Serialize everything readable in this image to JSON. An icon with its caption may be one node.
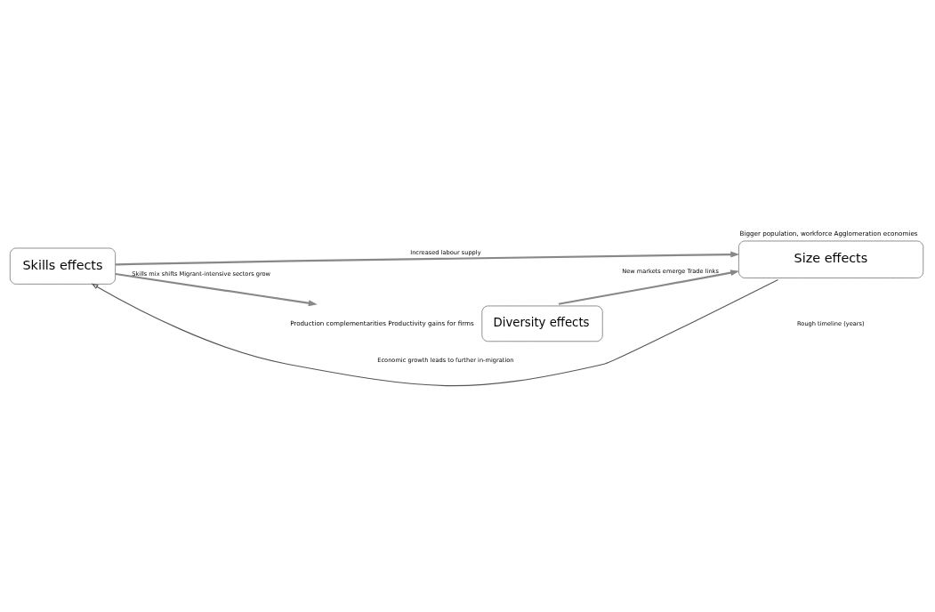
{
  "diagram": {
    "nodes": [
      {
        "text": [
          "Skills effects"
        ]
      },
      {
        "text": [
          "Size effects"
        ],
        "beside": [
          "Bigger population, workforce Agglomeration economies"
        ]
      },
      {
        "text": [
          "Diversity effects"
        ],
        "beside": [
          "Production complementarities Productivity gains for firms"
        ]
      }
    ],
    "edges": [
      {
        "from": 1,
        "to": 0,
        "arrow": "to",
        "label": "Economic growth leads to further in-migration",
        "color": "#555555"
      },
      {
        "from": 0,
        "to": 1,
        "arrow": "to",
        "label": "Increased labour supply"
      },
      {
        "from": 0,
        "to": 2,
        "arrow": "to",
        "label": "Skills mix shifts Migrant-intensive sectors grow"
      },
      {
        "from": 2,
        "to": 1,
        "arrow": "to",
        "label": "New markets emerge Trade links"
      }
    ],
    "labels": [
      "Rough timeline (years)"
    ]
  }
}
